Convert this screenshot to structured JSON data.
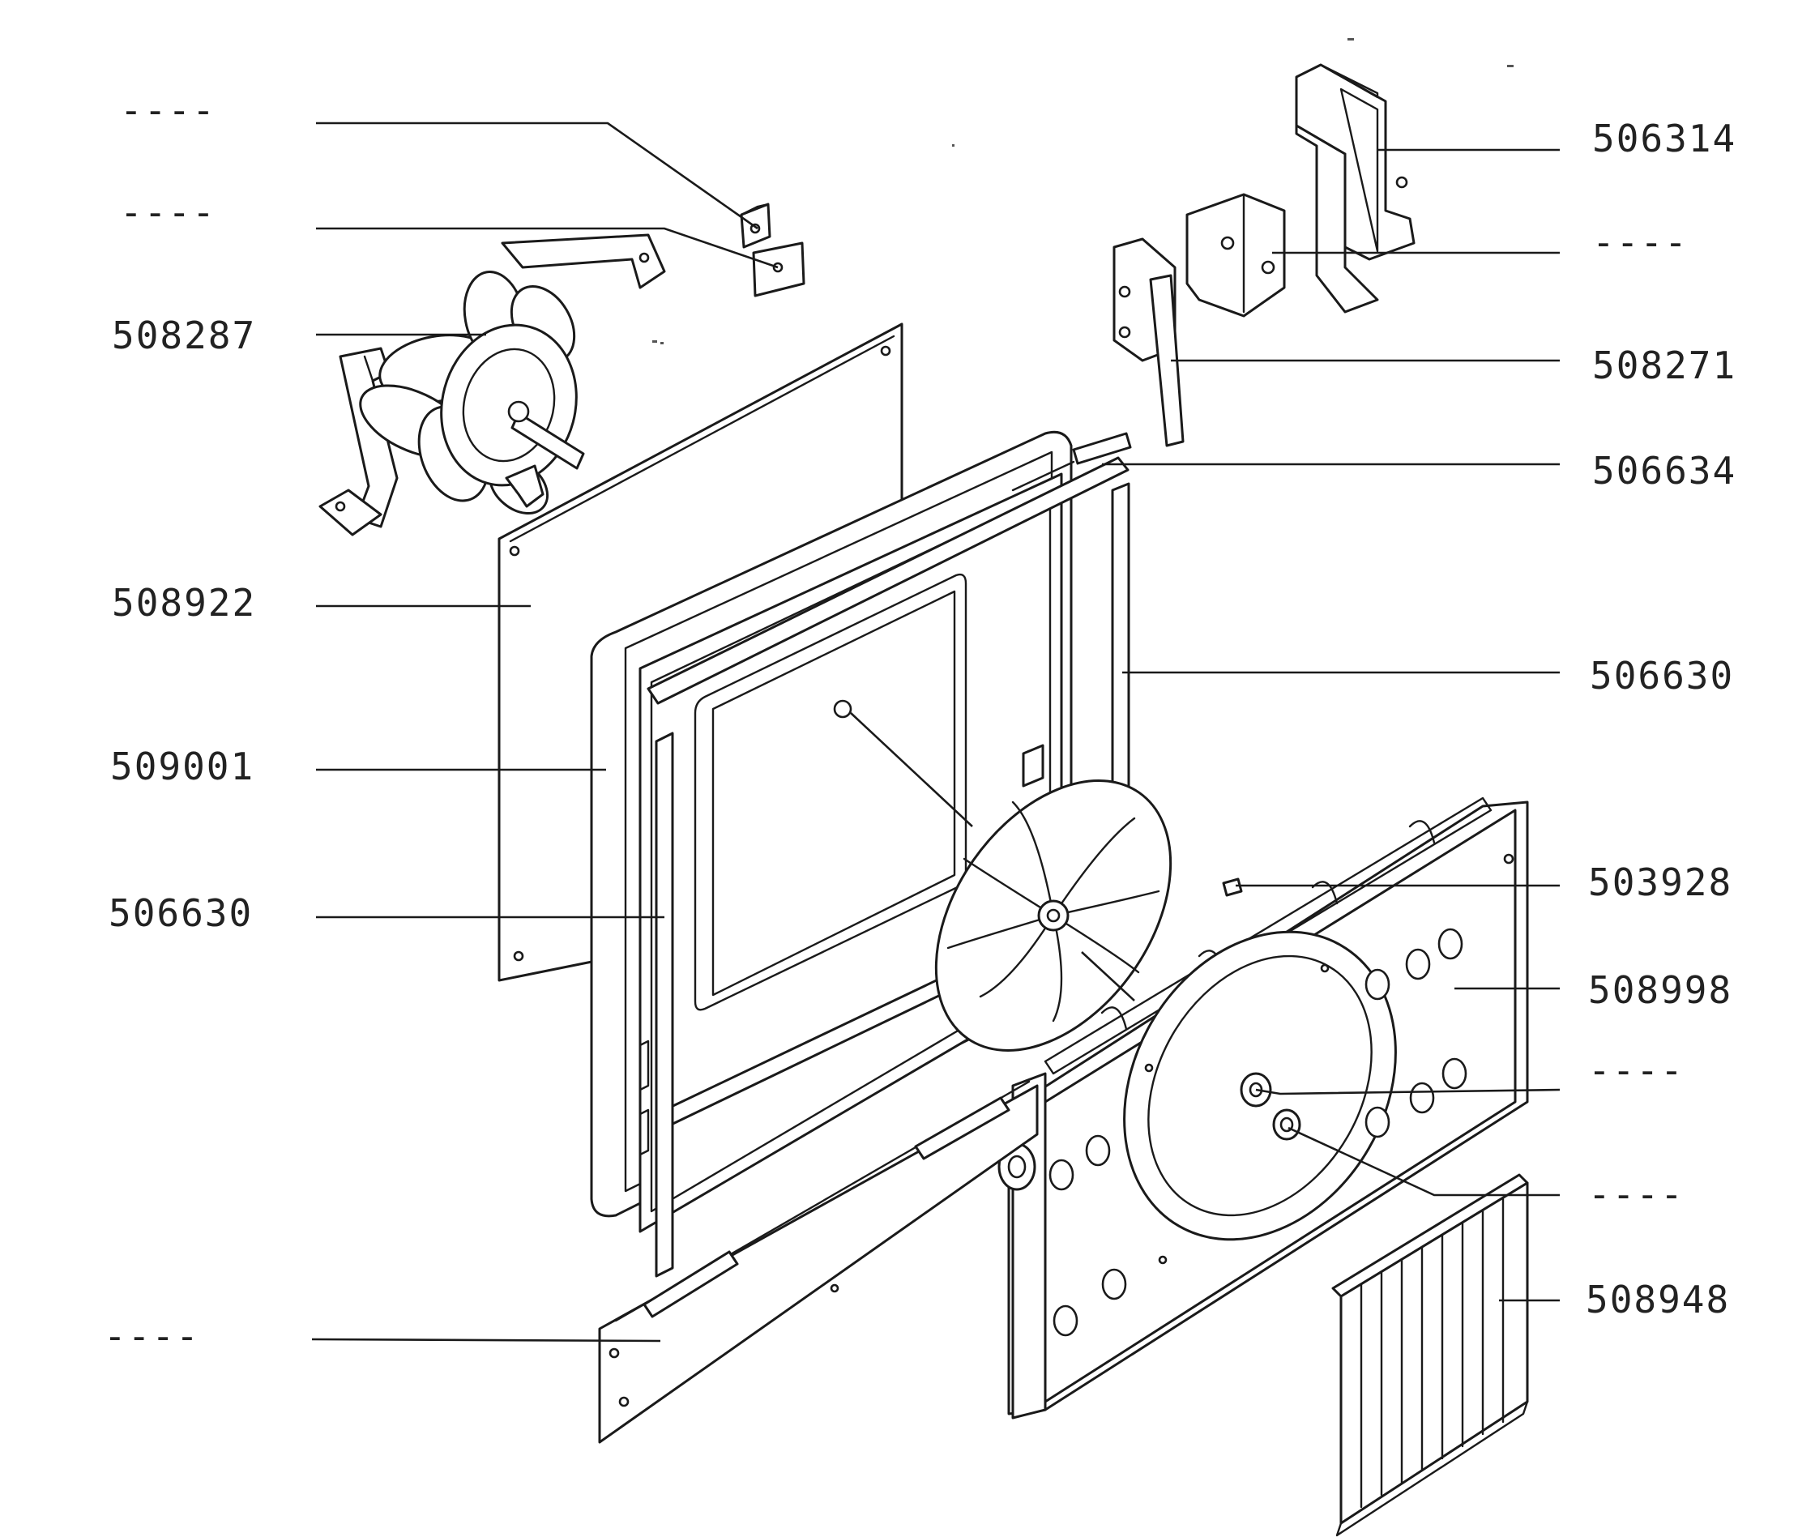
{
  "diagram": {
    "callouts": [
      {
        "id": "c1",
        "label": "----"
      },
      {
        "id": "c2",
        "label": "----"
      },
      {
        "id": "c3",
        "label": "508287"
      },
      {
        "id": "c4",
        "label": "508922"
      },
      {
        "id": "c5",
        "label": "509001"
      },
      {
        "id": "c6",
        "label": "506630"
      },
      {
        "id": "c7",
        "label": "----"
      },
      {
        "id": "c8",
        "label": "506314"
      },
      {
        "id": "c9",
        "label": "----"
      },
      {
        "id": "c10",
        "label": "508271"
      },
      {
        "id": "c11",
        "label": "506634"
      },
      {
        "id": "c12",
        "label": "506630"
      },
      {
        "id": "c13",
        "label": "503928"
      },
      {
        "id": "c14",
        "label": "508998"
      },
      {
        "id": "c15",
        "label": "----"
      },
      {
        "id": "c16",
        "label": "----"
      },
      {
        "id": "c17",
        "label": "508948"
      }
    ]
  }
}
